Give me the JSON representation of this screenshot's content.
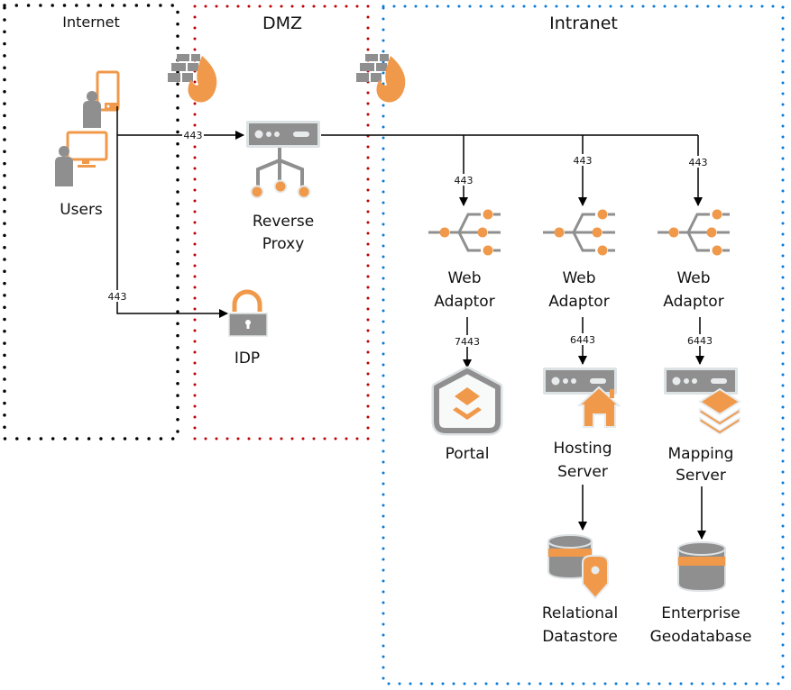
{
  "zones": {
    "internet": {
      "title": "Internet",
      "color": "#000000"
    },
    "dmz": {
      "title": "DMZ",
      "color": "#c00000"
    },
    "intranet": {
      "title": "Intranet",
      "color": "#0078d7"
    }
  },
  "colors": {
    "accent": "#f0994a",
    "icon_gray": "#8f8f8f",
    "icon_light": "#dde2e4"
  },
  "nodes": {
    "users": {
      "label": "Users",
      "icon": "users-devices-icon"
    },
    "reverse_proxy": {
      "line1": "Reverse",
      "line2": "Proxy",
      "icon": "reverse-proxy-icon"
    },
    "idp": {
      "label": "IDP",
      "icon": "padlock-icon"
    },
    "web_adaptor_1": {
      "line1": "Web",
      "line2": "Adaptor",
      "icon": "web-adaptor-icon"
    },
    "web_adaptor_2": {
      "line1": "Web",
      "line2": "Adaptor",
      "icon": "web-adaptor-icon"
    },
    "web_adaptor_3": {
      "line1": "Web",
      "line2": "Adaptor",
      "icon": "web-adaptor-icon"
    },
    "portal": {
      "label": "Portal",
      "icon": "portal-icon"
    },
    "hosting_server": {
      "line1": "Hosting",
      "line2": "Server",
      "icon": "hosting-server-icon"
    },
    "mapping_server": {
      "line1": "Mapping",
      "line2": "Server",
      "icon": "mapping-server-icon"
    },
    "relational_datastore": {
      "line1": "Relational",
      "line2": "Datastore",
      "icon": "relational-datastore-icon"
    },
    "enterprise_geodatabase": {
      "line1": "Enterprise",
      "line2": "Geodatabase",
      "icon": "geodatabase-icon"
    }
  },
  "firewalls": [
    {
      "icon": "firewall-icon"
    },
    {
      "icon": "firewall-icon"
    }
  ],
  "connections": [
    {
      "from": "Users",
      "to": "Reverse Proxy",
      "port": "443"
    },
    {
      "from": "Users",
      "to": "IDP",
      "port": "443"
    },
    {
      "from": "Reverse Proxy",
      "to": "Web Adaptor 1",
      "port": "443"
    },
    {
      "from": "Reverse Proxy",
      "to": "Web Adaptor 2",
      "port": "443"
    },
    {
      "from": "Reverse Proxy",
      "to": "Web Adaptor 3",
      "port": "443"
    },
    {
      "from": "Web Adaptor 1",
      "to": "Portal",
      "port": "7443"
    },
    {
      "from": "Web Adaptor 2",
      "to": "Hosting Server",
      "port": "6443"
    },
    {
      "from": "Web Adaptor 3",
      "to": "Mapping Server",
      "port": "6443"
    },
    {
      "from": "Hosting Server",
      "to": "Relational Datastore",
      "port": ""
    },
    {
      "from": "Mapping Server",
      "to": "Enterprise Geodatabase",
      "port": ""
    }
  ]
}
